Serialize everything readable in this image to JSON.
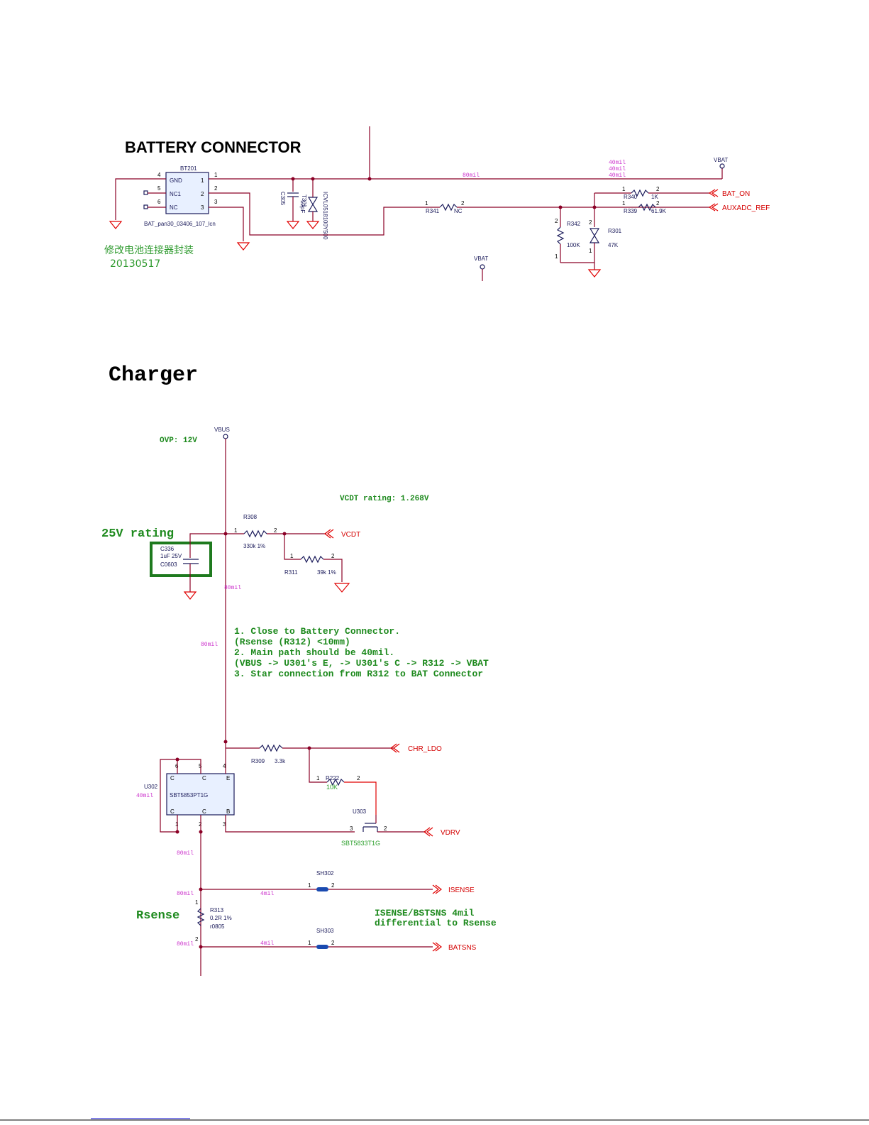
{
  "battery": {
    "title": "BATTERY CONNECTOR",
    "connector_ref": "BT201",
    "connector_footprint": "BAT_pan30_03406_107_lcn",
    "pins": {
      "gnd": "GND",
      "nc1": "NC1",
      "nc": "NC",
      "p4": "4",
      "p5": "5",
      "p6": "6",
      "r1": "1",
      "r2": "2",
      "r3": "3"
    },
    "note_cn": "修改电池连接器封装",
    "note_date": "20130517",
    "c305": "C305",
    "c305_val": "12pF",
    "t301": "T301",
    "t301_part": "ICVL0518100Y500",
    "r341": "R341",
    "r341_val": "NC",
    "r342": "R342",
    "r342_val": "100K",
    "r340": "R340",
    "r340_val": "1K",
    "r339": "R339",
    "r339_val": "61.9K",
    "r301": "R301",
    "r301_val": "47K",
    "vbat": "VBAT",
    "bat_on": "BAT_ON",
    "auxadc_ref": "AUXADC_REF",
    "mil_80": "80mil",
    "mil_40": "40mil",
    "one": "1",
    "two": "2"
  },
  "charger": {
    "title": "Charger",
    "ovp": "OVP: 12V",
    "vbus": "VBUS",
    "vcdt_rating": "VCDT rating: 1.268V",
    "rating_25v": "25V rating",
    "c336": "C336",
    "c336_val": "1uF 25V",
    "c336_pkg": "C0603",
    "r308": "R308",
    "r308_val": "330k 1%",
    "r311": "R311",
    "r311_val": "39k 1%",
    "vcdt": "VCDT",
    "notes": [
      "1. Close to Battery Connector.",
      "(Rsense (R312) <10mm)",
      "2. Main path should be 40mil.",
      "(VBUS  -> U301's E, -> U301's C -> R312 -> VBAT",
      "3. Star connection from R312 to BAT Connector"
    ],
    "r309": "R309",
    "r309_val": "3.3k",
    "chr_ldo": "CHR_LDO",
    "r222": "R222",
    "r222_val": "10K",
    "u302": "U302",
    "u302_part": "SBT5853PT1G",
    "u303": "U303",
    "u303_part": "SBT5833T1G",
    "vdrv": "VDRV",
    "sh302": "SH302",
    "sh303": "SH303",
    "isense": "ISENSE",
    "batsns": "BATSNS",
    "rsense": "Rsense",
    "r313": "R313",
    "r313_val": "0.2R 1%",
    "r313_pkg": "r0805",
    "diff_note_1": "ISENSE/BSTSNS 4mil",
    "diff_note_2": "differential to Rsense",
    "mil_80": "80mil",
    "mil_40": "40mil",
    "mil_4": "4mil",
    "pin_c": "C",
    "pin_e": "E",
    "pin_b": "B",
    "n1": "1",
    "n2": "2",
    "n3": "3",
    "n4": "4",
    "n5": "5",
    "n6": "6"
  }
}
